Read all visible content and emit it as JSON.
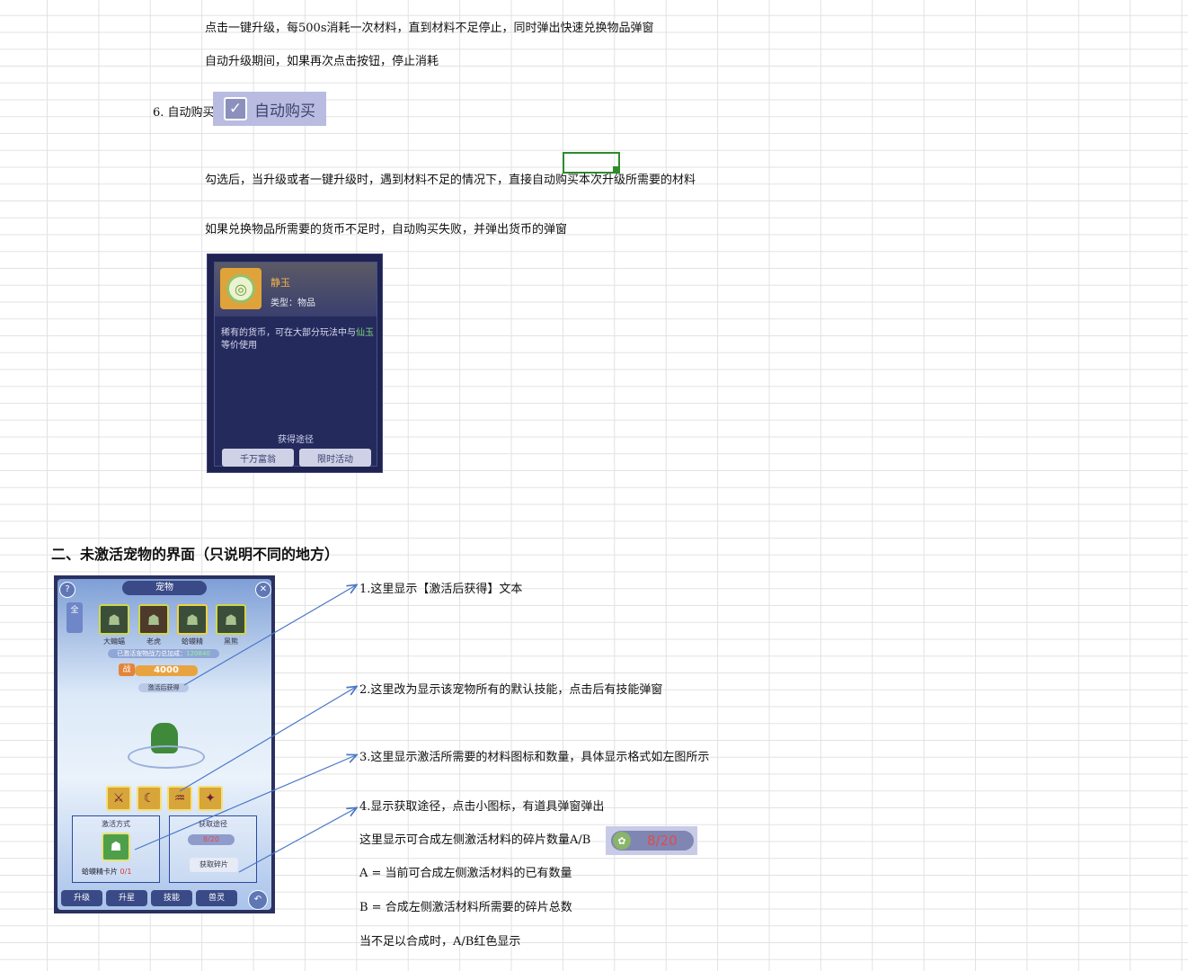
{
  "lines": {
    "l1": "点击一键升级，每500s消耗一次材料，直到材料不足停止，同时弹出快速兑换物品弹窗",
    "l2": "自动升级期间，如果再次点击按钮，停止消耗",
    "l3": "6. 自动购买",
    "l4": "勾选后，当升级或者一键升级时，遇到材料不足的情况下，直接自动购买本次升级所需要的材料",
    "l5": "如果兑换物品所需要的货币不足时，自动购买失败，并弹出货币的弹窗"
  },
  "autobuy": {
    "check": "✓",
    "label": "自动购买"
  },
  "popup": {
    "name": "静玉",
    "type": "类型：物品",
    "desc_a": "稀有的货币，可在大部分玩法中与",
    "desc_hl": "仙玉",
    "desc_b": "等价使用",
    "way": "获得途径",
    "btn1": "千万富翁",
    "btn2": "限时活动"
  },
  "section2": {
    "title": "二、未激活宠物的界面（只说明不同的地方）"
  },
  "pet": {
    "title": "宠物",
    "help": "?",
    "close": "✕",
    "all": "全",
    "slots": [
      "大蝙蝠",
      "老虎",
      "蛤蟆精",
      "黑熊"
    ],
    "power_caption": "已激活宠物战力总加成：",
    "power_caption_value": "120840",
    "power_icon": "战",
    "power": "4000",
    "activate_after": "激活后获得",
    "activate_way": "激活方式",
    "get_way": "获取途径",
    "card": "蛤蟆精卡片",
    "card_count": "0/1",
    "frag_count": "8/20",
    "get_frag": "获取碎片",
    "tabs": [
      "升级",
      "升星",
      "技能",
      "兽灵"
    ],
    "back": "↶"
  },
  "notes": {
    "n1": "1.这里显示【激活后获得】文本",
    "n2": "2.这里改为显示该宠物所有的默认技能，点击后有技能弹窗",
    "n3": "3.这里显示激活所需要的材料图标和数量，具体显示格式如左图所示",
    "n4": "4.显示获取途径，点击小图标，有道具弹窗弹出",
    "n5": "这里显示可合成左侧激活材料的碎片数量A/B",
    "n6": "A = 当前可合成左侧激活材料的已有数量",
    "n7": "B = 合成左侧激活材料所需要的碎片总数",
    "n8": "当不足以合成时，A/B红色显示"
  },
  "chip": {
    "icon": "✿",
    "value": "8/20"
  },
  "colors": {
    "arrow": "#4a78c8",
    "selection": "#2e8b2e",
    "fragment_red": "#e34a4a"
  }
}
